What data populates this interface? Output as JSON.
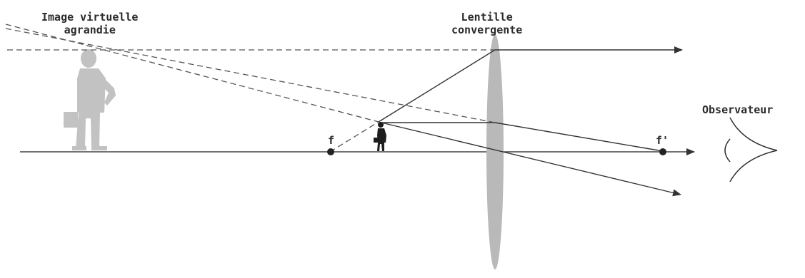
{
  "labels": {
    "virtual_image_line1": "Image virtuelle",
    "virtual_image_line2": "agrandie",
    "lens_line1": "Lentille",
    "lens_line2": "convergente",
    "observer": "Observateur",
    "focal_object": "f",
    "focal_image": "f'"
  },
  "colors": {
    "lens": "#b9b9b9",
    "virtual_figure": "#c2c2c2",
    "object_figure": "#1e1e1e",
    "rays": "#333333"
  }
}
